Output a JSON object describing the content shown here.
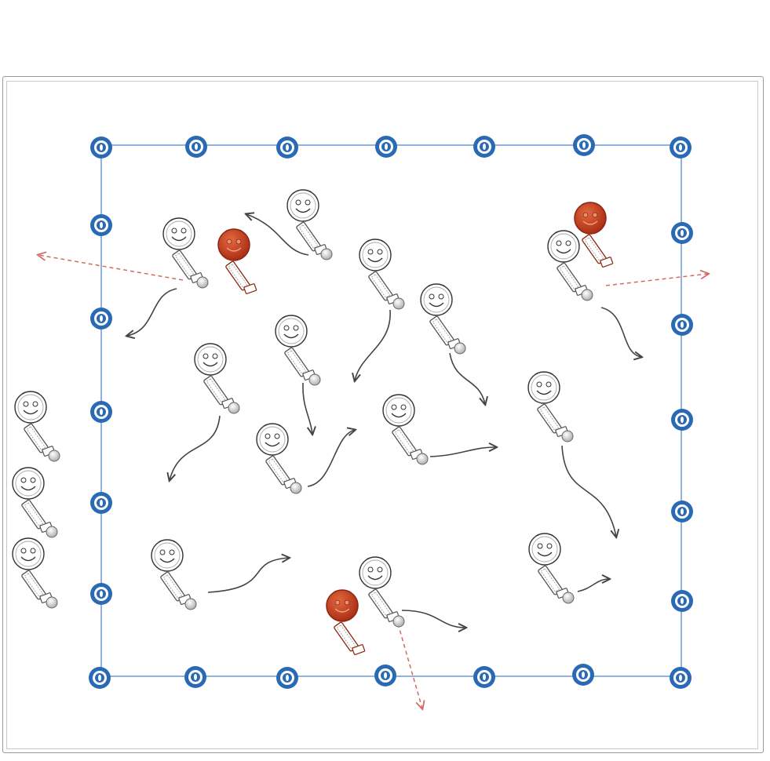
{
  "diagram": {
    "type": "drill-diagram",
    "players": [
      {
        "role": "player"
      },
      {
        "role": "player"
      },
      {
        "role": "player"
      },
      {
        "role": "player"
      },
      {
        "role": "player"
      },
      {
        "role": "player"
      },
      {
        "role": "player"
      },
      {
        "role": "player"
      },
      {
        "role": "player"
      },
      {
        "role": "player"
      },
      {
        "role": "player"
      },
      {
        "role": "player"
      },
      {
        "role": "player"
      },
      {
        "role": "player"
      },
      {
        "role": "player"
      }
    ],
    "taggers": [
      {
        "role": "tagger"
      },
      {
        "role": "tagger"
      },
      {
        "role": "tagger"
      }
    ],
    "cones": 26,
    "colors": {
      "cone": "#2a6ab4",
      "boundary": "#6e9bd1",
      "tagger": "#c0391b",
      "tagger_dark": "#8a2510",
      "movement_arrow": "#444444",
      "pass_arrow": "#d26a62",
      "ball": "#bdbdbd",
      "player_outline": "#555555"
    }
  }
}
